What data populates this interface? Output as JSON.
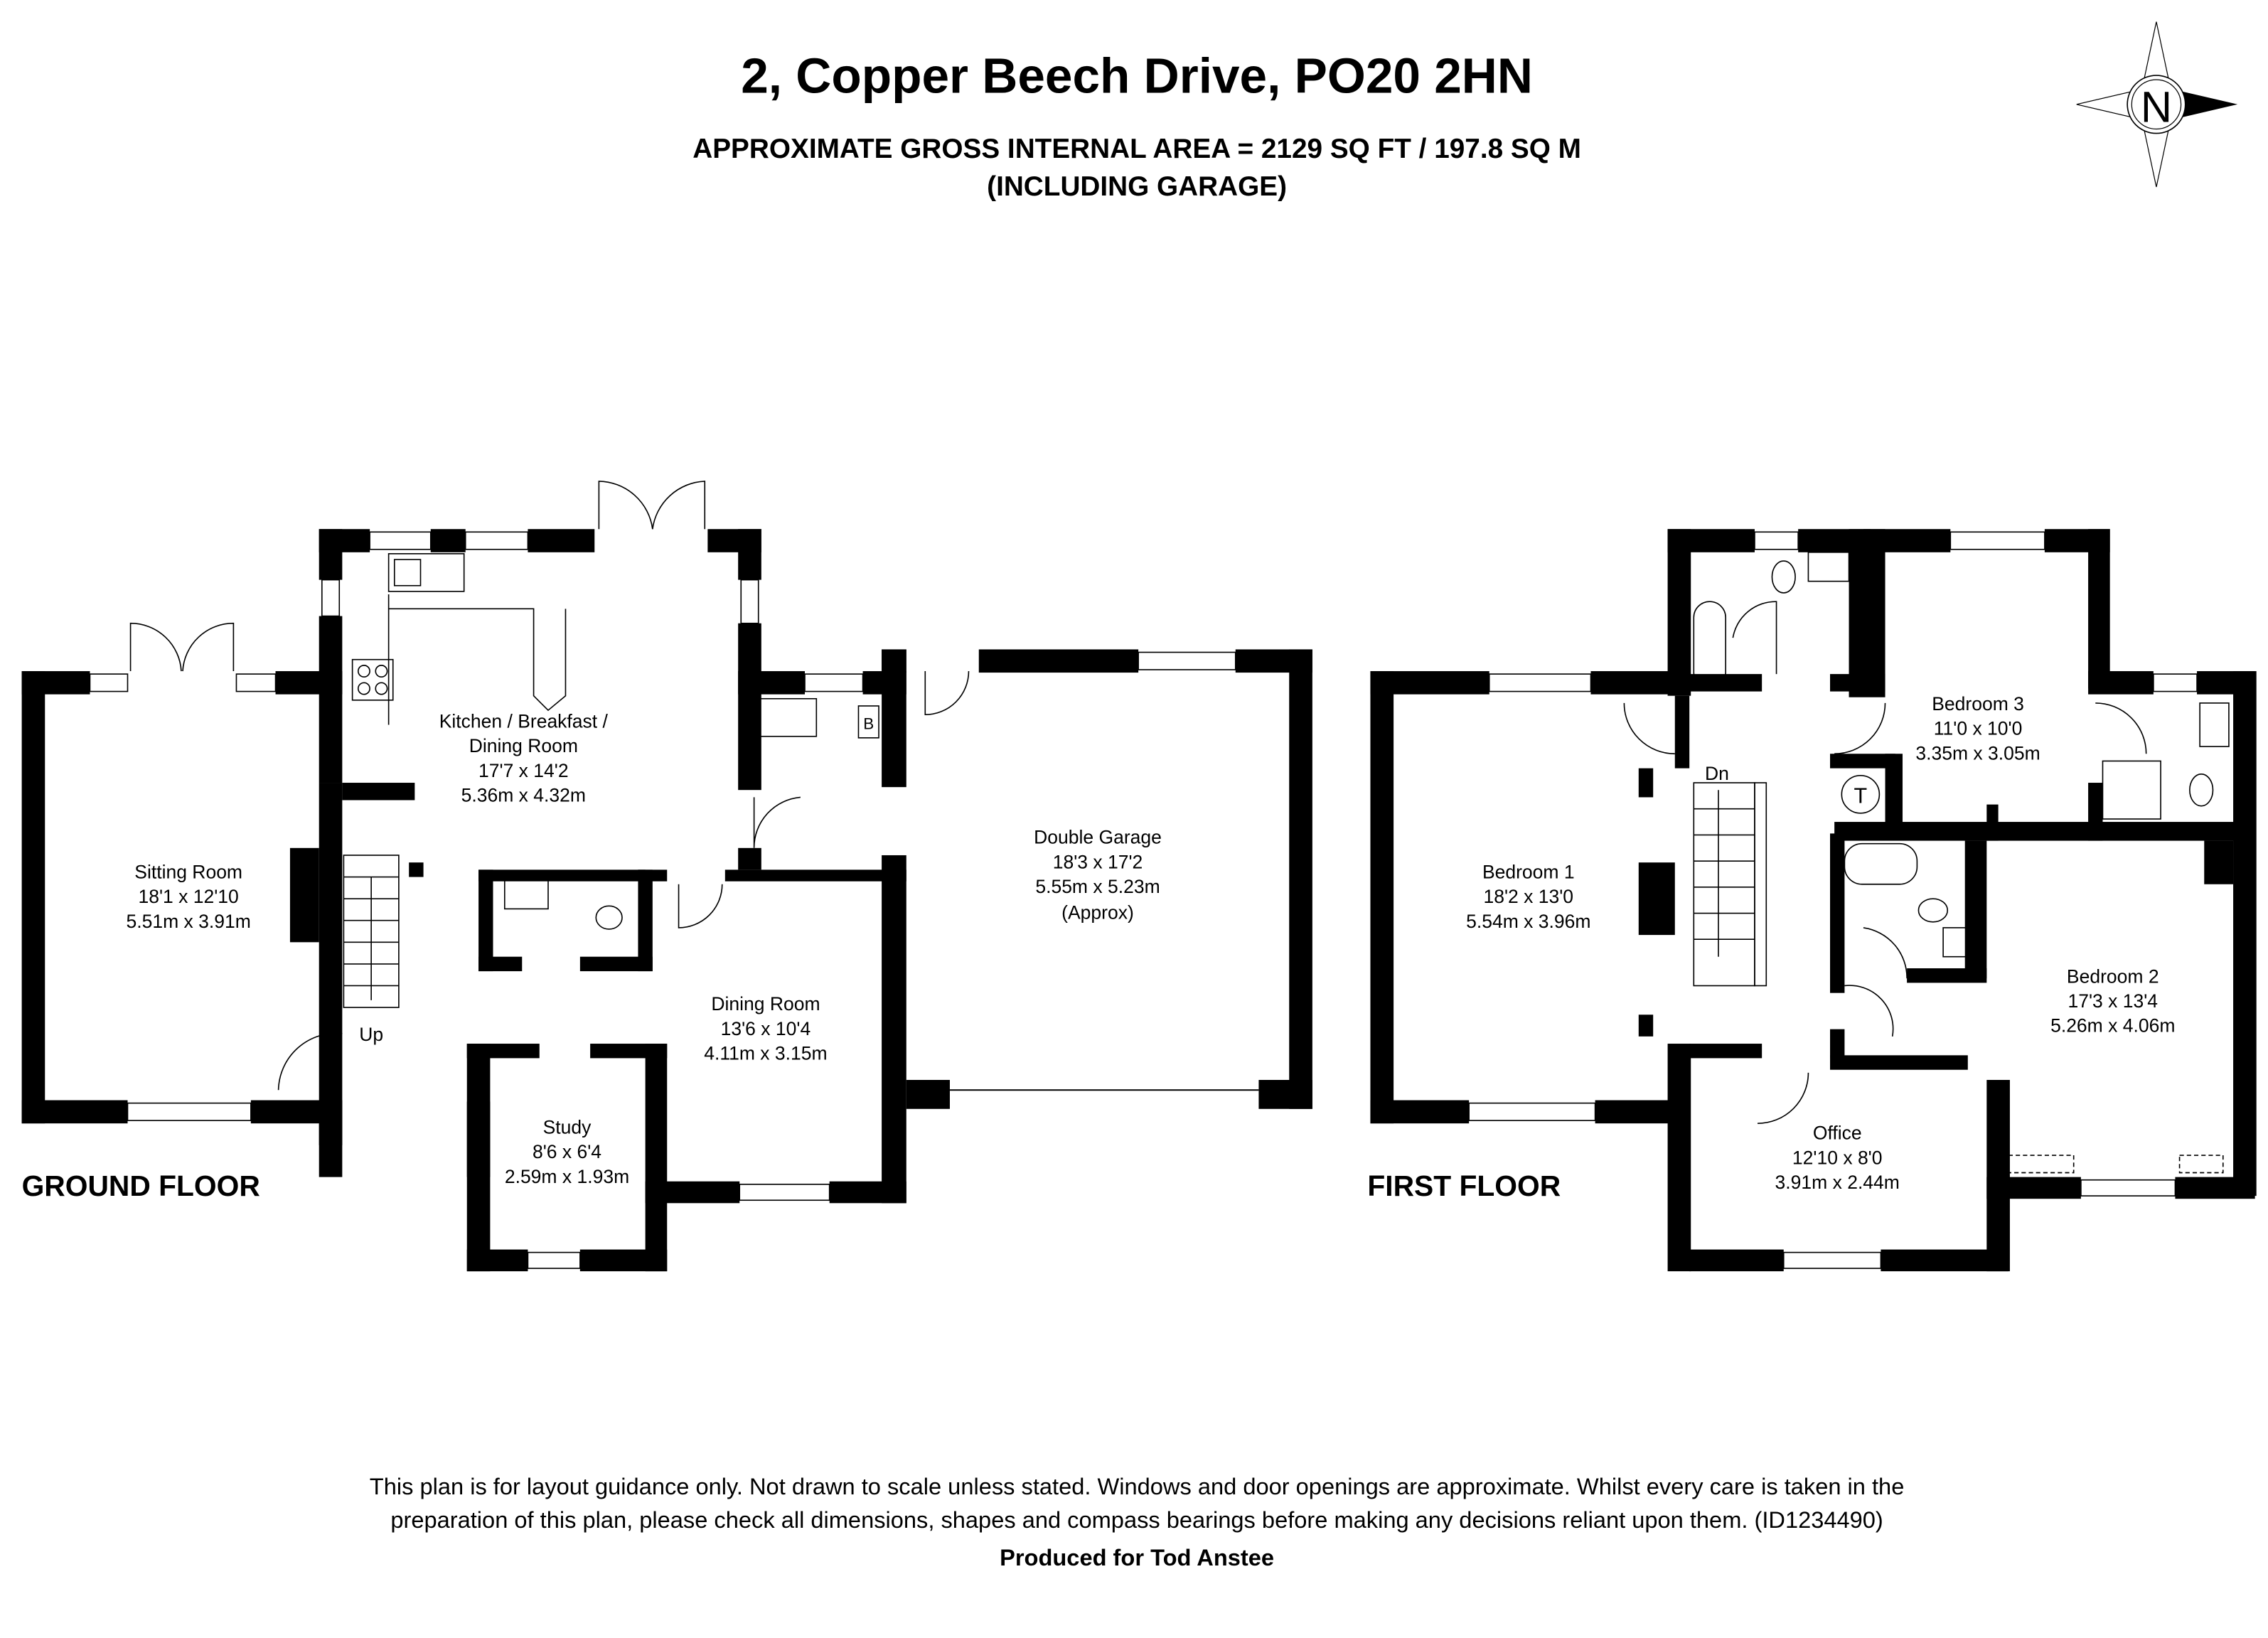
{
  "header": {
    "title": "2, Copper Beech Drive, PO20 2HN",
    "area": "APPROXIMATE GROSS INTERNAL AREA = 2129 SQ FT / 197.8 SQ M",
    "area_note": "(INCLUDING GARAGE)",
    "compass_letter": "N"
  },
  "ground_floor": {
    "label": "GROUND FLOOR",
    "stairs_label": "Up",
    "boiler_label": "B",
    "rooms": [
      {
        "name": "Sitting Room",
        "imperial": "18'1 x 12'10",
        "metric": "5.51m x 3.91m"
      },
      {
        "name1": "Kitchen / Breakfast /",
        "name2": "Dining Room",
        "imperial": "17'7 x 14'2",
        "metric": "5.36m x 4.32m"
      },
      {
        "name": "Double Garage",
        "imperial": "18'3 x 17'2",
        "metric": "5.55m x 5.23m",
        "note": "(Approx)"
      },
      {
        "name": "Dining Room",
        "imperial": "13'6 x 10'4",
        "metric": "4.11m x 3.15m"
      },
      {
        "name": "Study",
        "imperial": "8'6 x 6'4",
        "metric": "2.59m x 1.93m"
      }
    ]
  },
  "first_floor": {
    "label": "FIRST FLOOR",
    "stairs_label": "Dn",
    "tank_label": "T",
    "rooms": [
      {
        "name": "Bedroom 1",
        "imperial": "18'2 x 13'0",
        "metric": "5.54m x 3.96m"
      },
      {
        "name": "Bedroom 3",
        "imperial": "11'0 x 10'0",
        "metric": "3.35m x 3.05m"
      },
      {
        "name": "Bedroom 2",
        "imperial": "17'3 x 13'4",
        "metric": "5.26m x 4.06m"
      },
      {
        "name": "Office",
        "imperial": "12'10 x 8'0",
        "metric": "3.91m x 2.44m"
      }
    ]
  },
  "footer": {
    "disclaimer_line1": "This plan is for layout guidance only. Not drawn to scale unless stated. Windows and door openings are approximate. Whilst every care is taken in the",
    "disclaimer_line2": "preparation of this plan, please check all dimensions, shapes and compass bearings before making any decisions reliant upon them. (ID1234490)",
    "produced_for": "Produced for Tod Anstee"
  },
  "colors": {
    "wall": "#000000",
    "background": "#ffffff"
  }
}
